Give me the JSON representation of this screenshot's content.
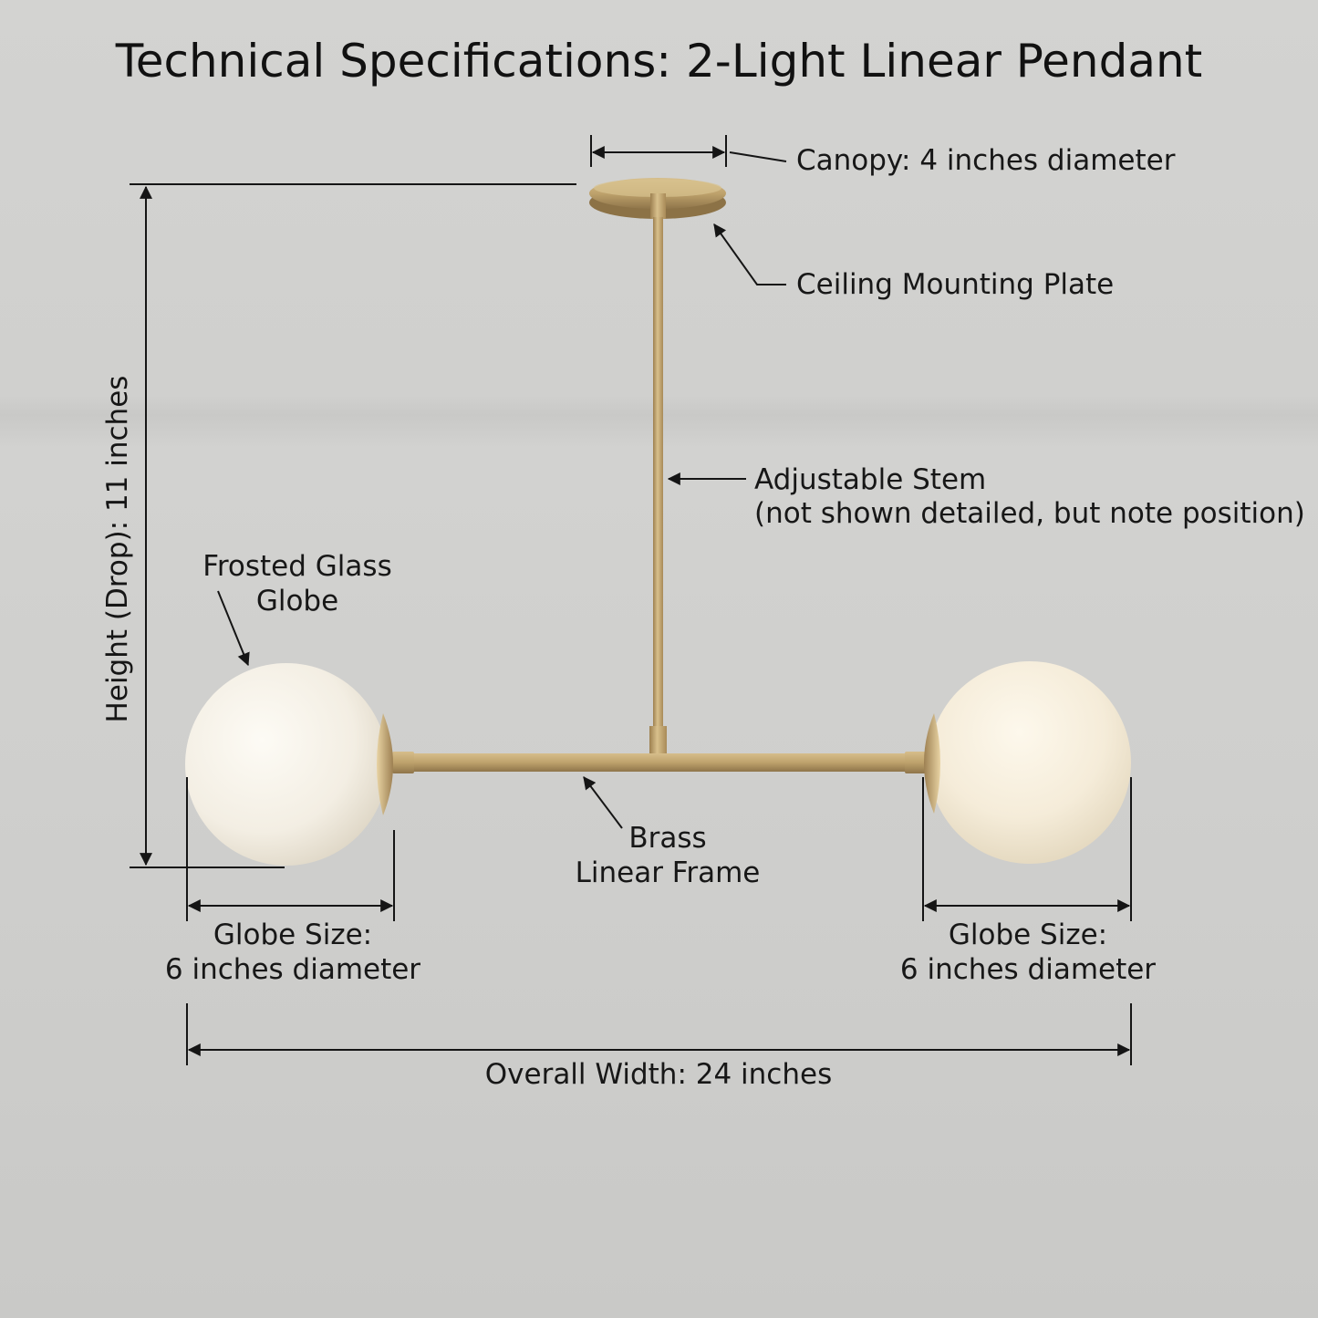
{
  "title": "Technical Specifications: 2-Light Linear Pendant",
  "callouts": {
    "canopy": "Canopy: 4 inches diameter",
    "mounting_plate": "Ceiling Mounting Plate",
    "stem_title": "Adjustable Stem",
    "stem_note": "(not shown detailed, but note position)",
    "globe_line1": "Frosted Glass",
    "globe_line2": "Globe",
    "frame_line1": "Brass",
    "frame_line2": "Linear Frame"
  },
  "dimensions": {
    "height": "Height (Drop): 11 inches",
    "left_globe_line1": "Globe Size:",
    "left_globe_line2": "6 inches diameter",
    "right_globe_line1": "Globe Size:",
    "right_globe_line2": "6 inches diameter",
    "overall_width": "Overall Width: 24 inches"
  },
  "colors": {
    "brass": "#c2a56d",
    "glass": "#f6f1e6",
    "background": "#cfcfcd"
  }
}
